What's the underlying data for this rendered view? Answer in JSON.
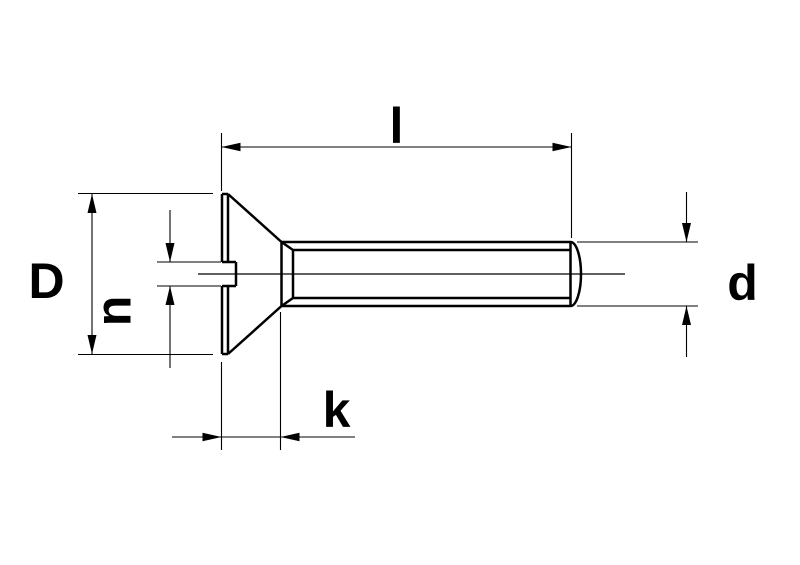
{
  "drawing": {
    "background_color": "#ffffff",
    "line_color": "#000000",
    "labels": {
      "length": "l",
      "head_diameter": "D",
      "slot_width": "n",
      "head_height": "k",
      "thread_diameter": "d"
    }
  }
}
